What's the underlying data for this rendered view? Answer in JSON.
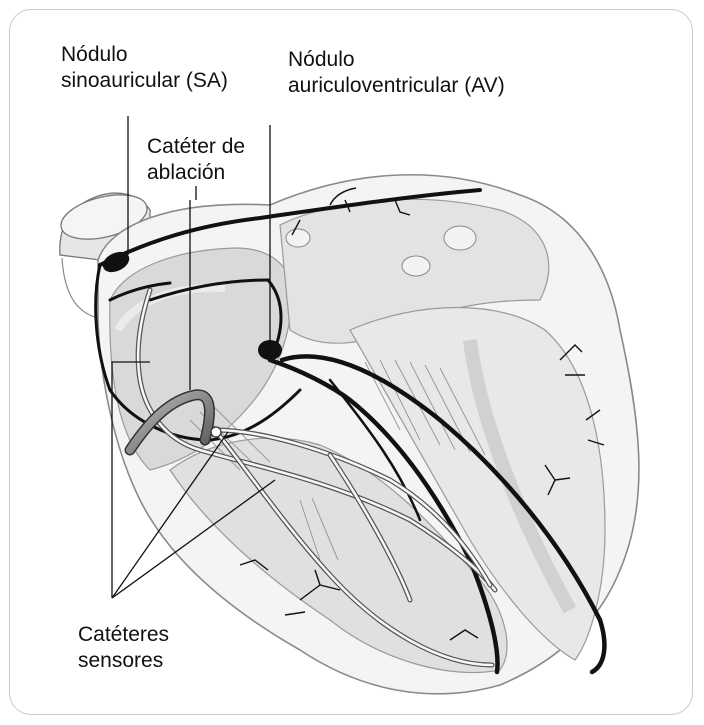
{
  "labels": {
    "sa_node": [
      "Nódulo",
      "sinoauricular (SA)"
    ],
    "av_node": [
      "Nódulo",
      "auriculoventricular (AV)"
    ],
    "ablation_catheter": [
      "Catéter de",
      "ablación"
    ],
    "sensor_catheters": [
      "Catéteres",
      "sensores"
    ]
  },
  "colors": {
    "outline": "#111111",
    "tissue_light": "#f3f3f3",
    "tissue_mid": "#dcdcdc",
    "tissue_dark": "#c4c4c4",
    "frame": "#c9c9c9"
  }
}
